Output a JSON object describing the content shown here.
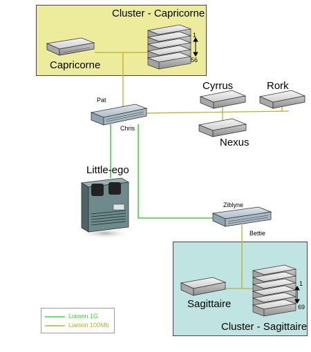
{
  "clusters": {
    "capricorne": {
      "title": "Cluster - Capricorne",
      "fill": "#ecec9c"
    },
    "sagittaire": {
      "title": "Cluster - Sagittaire",
      "fill": "#bfe4e2"
    }
  },
  "nodes": {
    "capricorne": "Capricorne",
    "pat": "Pat",
    "chris": "Chris",
    "cyrrus": "Cyrrus",
    "rork": "Rork",
    "nexus": "Nexus",
    "little_ego": "Little-ego",
    "ziblyne": "Ziblyne",
    "bettie": "Bettie",
    "sagittaire": "Sagittaire"
  },
  "stack_ranges": {
    "capricorne": {
      "start": "1",
      "end": "56"
    },
    "sagittaire": {
      "start": "1",
      "end": "69"
    }
  },
  "legend": {
    "items": [
      {
        "label": "Liaison 1G",
        "color": "#3fd43f"
      },
      {
        "label": "Liaison 100Mb",
        "color": "#b8b030"
      }
    ]
  },
  "colors": {
    "link_1g": "#3fd43f",
    "link_100mb": "#b8b030",
    "device_light": "#e4e4e4",
    "device_mid": "#b9b9b9",
    "device_dark": "#8a8a8a",
    "switch_fill": "#c6d3dc",
    "mainframe_fill": "#6f8a8c"
  }
}
